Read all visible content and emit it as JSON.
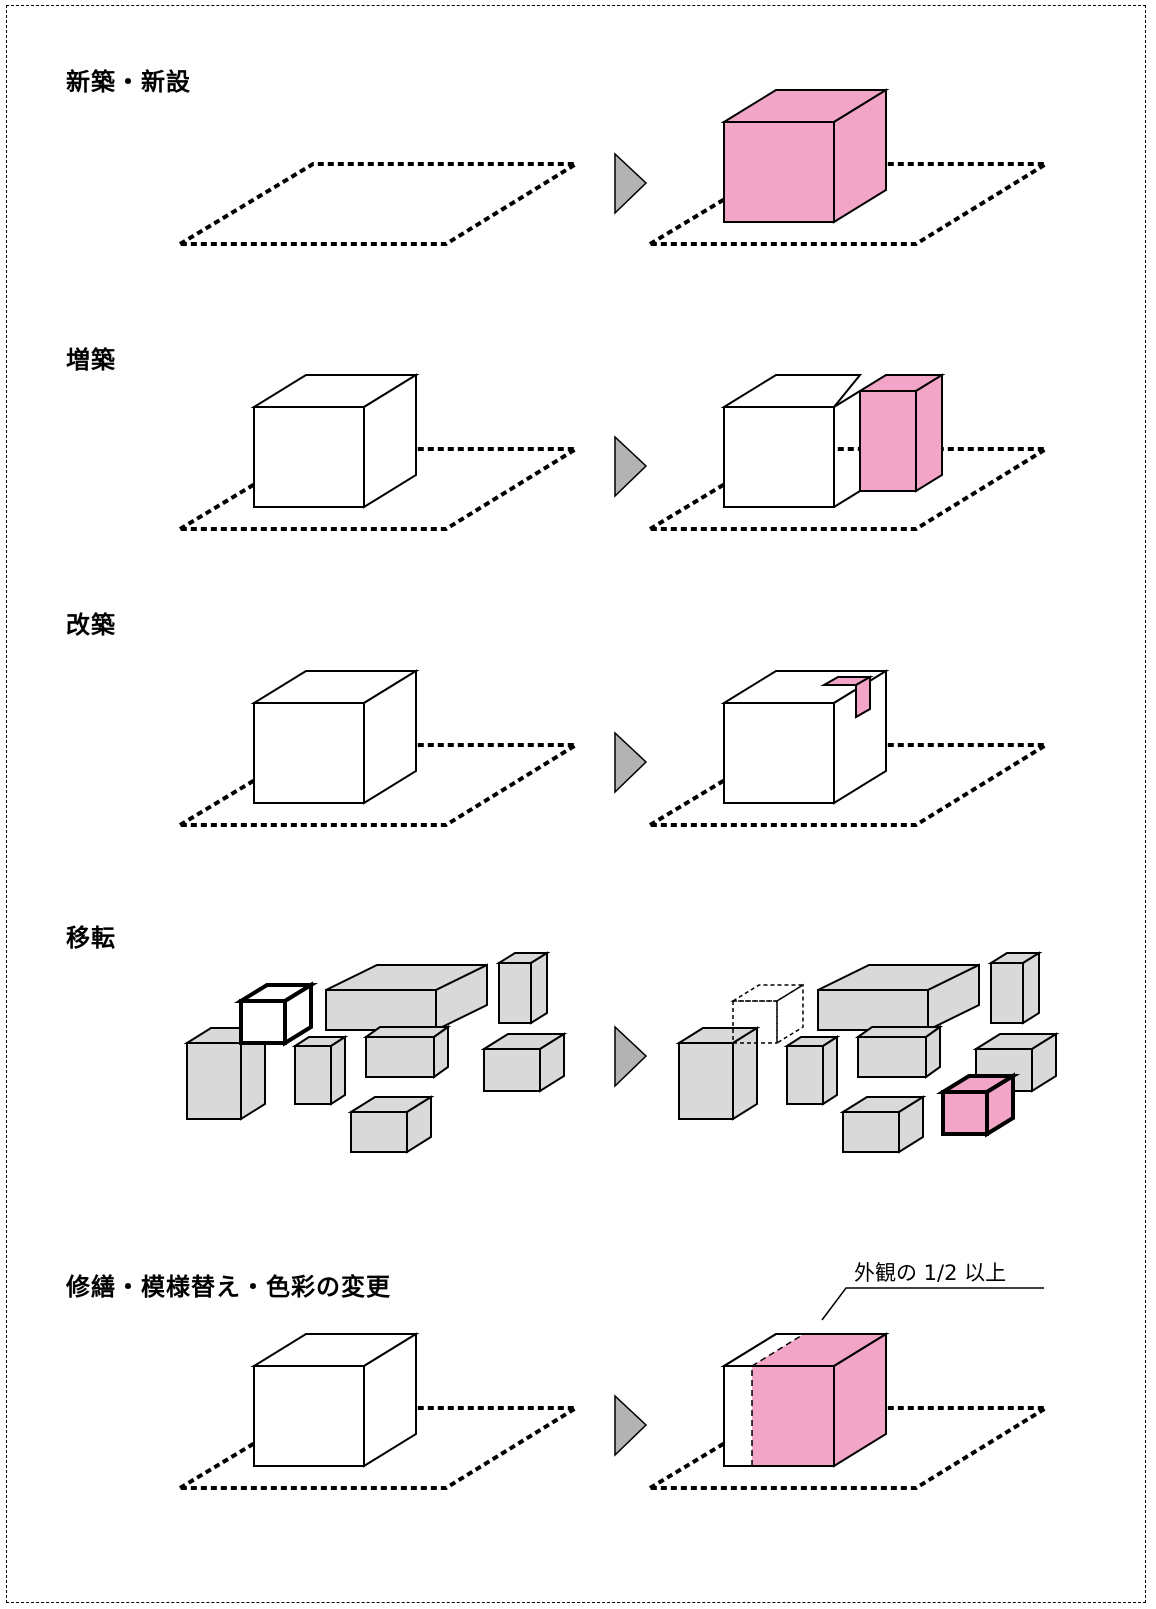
{
  "colors": {
    "highlight": "#f2a5c6",
    "building": "#d9d9d9",
    "arrow": "#b3b3b3",
    "outline": "#000000"
  },
  "sections": [
    {
      "title": "新築・新設"
    },
    {
      "title": "増築"
    },
    {
      "title": "改築"
    },
    {
      "title": "移転"
    },
    {
      "title": "修繕・模様替え・色彩の変更",
      "note": "外観の 1/2 以上"
    }
  ]
}
